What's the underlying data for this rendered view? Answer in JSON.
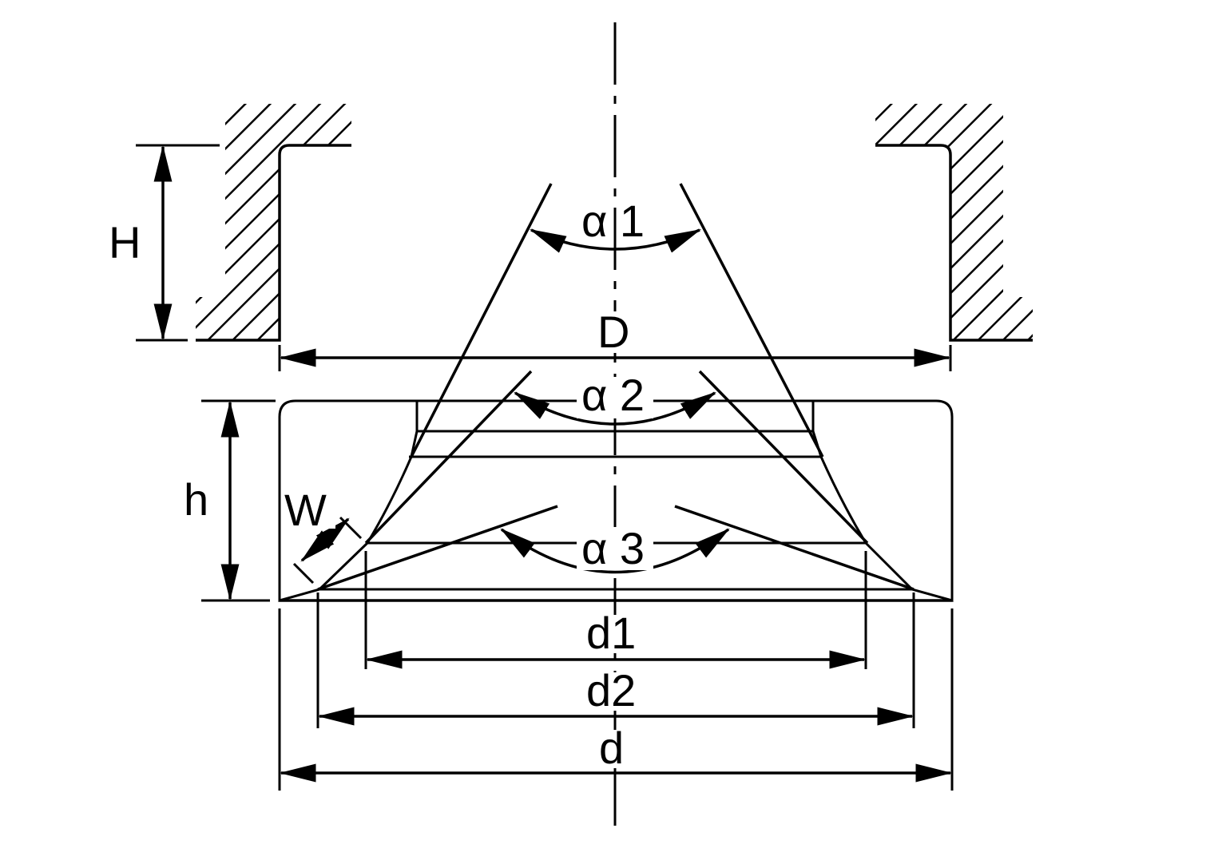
{
  "labels": {
    "H": "H",
    "h": "h",
    "W": "W",
    "D": "D",
    "alpha1": "α 1",
    "alpha2": "α 2",
    "alpha3": "α 3",
    "d1": "d1",
    "d2": "d2",
    "d": "d"
  },
  "colors": {
    "ink": "#000000",
    "background": "#ffffff"
  }
}
